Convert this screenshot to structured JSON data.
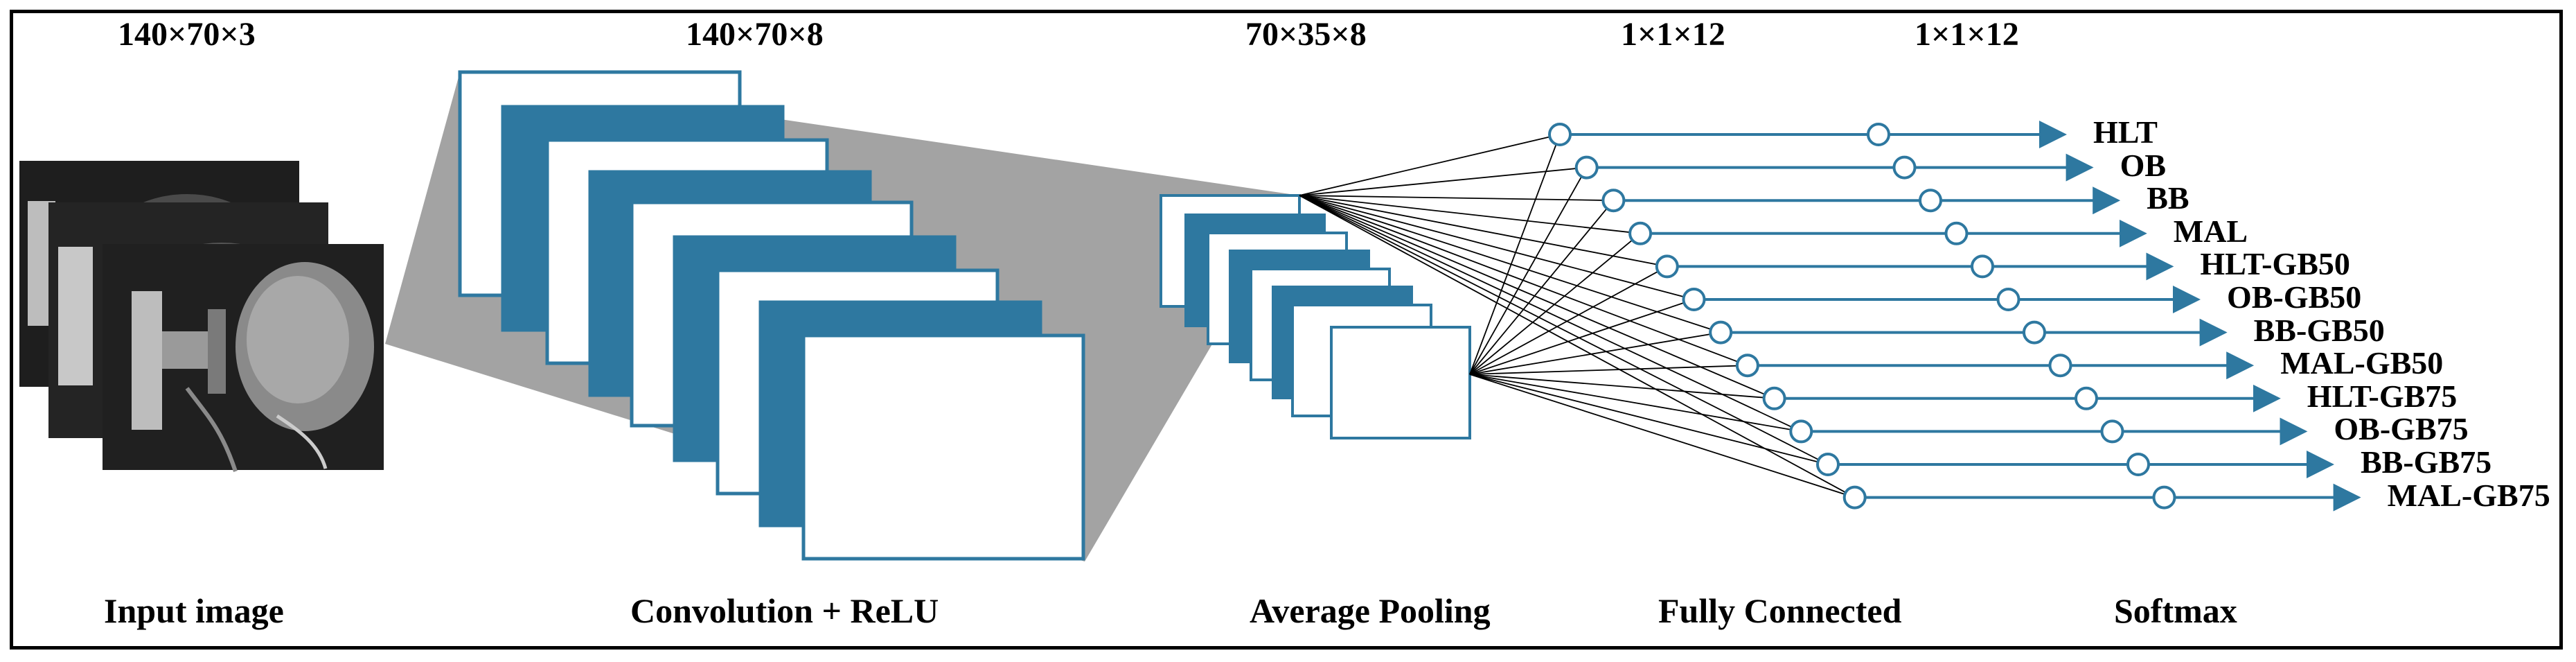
{
  "dimensions": {
    "input": "140×70×3",
    "convolution": "140×70×8",
    "pooling": "70×35×8",
    "fully_connected": "1×1×12",
    "softmax": "1×1×12"
  },
  "stages": {
    "input": "Input image",
    "convolution": "Convolution + ReLU",
    "pooling": "Average Pooling",
    "fully_connected": "Fully Connected",
    "softmax": "Softmax"
  },
  "classes": [
    "HLT",
    "OB",
    "BB",
    "MAL",
    "HLT-GB50",
    "OB-GB50",
    "BB-GB50",
    "MAL-GB50",
    "HLT-GB75",
    "OB-GB75",
    "BB-GB75",
    "MAL-GB75"
  ],
  "colors": {
    "accent": "#2e78a0",
    "feature_map_fill": "#ffffff",
    "projection": "#a3a3a3",
    "frame": "#000000"
  }
}
